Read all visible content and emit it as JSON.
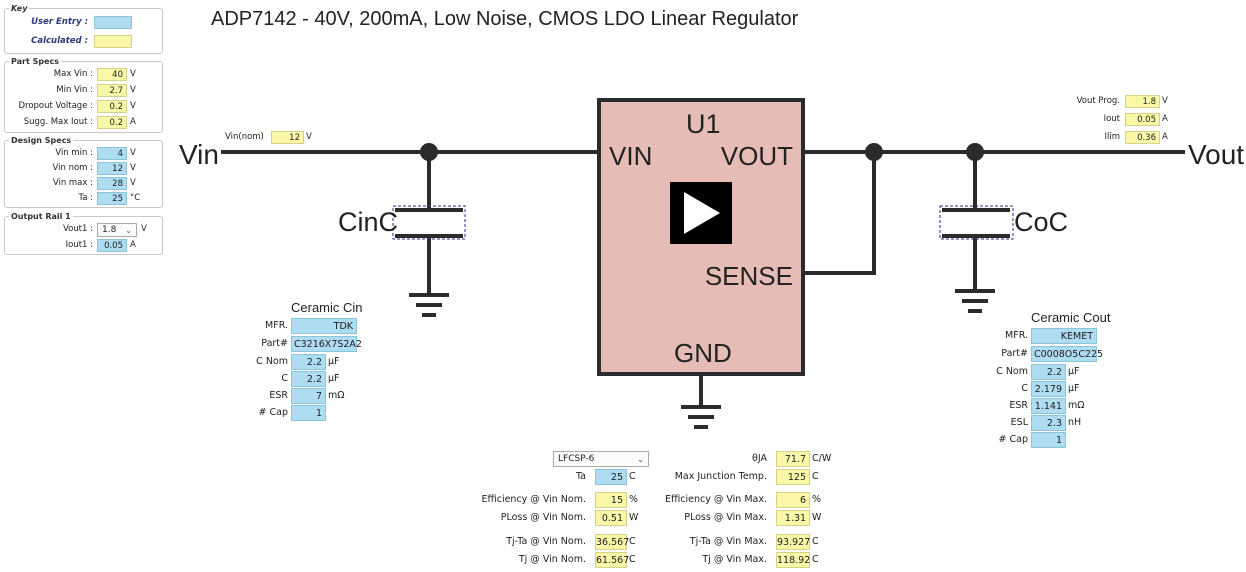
{
  "title": "ADP7142 - 40V, 200mA, Low Noise, CMOS LDO Linear Regulator",
  "key": {
    "title": "Key",
    "user_entry": "User Entry :",
    "calculated": "Calculated :"
  },
  "part_specs": {
    "title": "Part Specs",
    "rows": [
      {
        "label": "Max Vin :",
        "value": "40",
        "unit": "V"
      },
      {
        "label": "Min Vin :",
        "value": "2.7",
        "unit": "V"
      },
      {
        "label": "Dropout Voltage :",
        "value": "0.2",
        "unit": "V"
      },
      {
        "label": "Sugg. Max Iout :",
        "value": "0.2",
        "unit": "A"
      }
    ]
  },
  "design_specs": {
    "title": "Design Specs",
    "rows": [
      {
        "label": "Vin min :",
        "value": "4",
        "unit": "V"
      },
      {
        "label": "Vin nom :",
        "value": "12",
        "unit": "V"
      },
      {
        "label": "Vin max :",
        "value": "28",
        "unit": "V"
      },
      {
        "label": "Ta :",
        "value": "25",
        "unit": "°C"
      }
    ]
  },
  "output_rail": {
    "title": "Output Rail 1",
    "vout_label": "Vout1 :",
    "vout_value": "1.8",
    "vout_unit": "V",
    "iout_label": "Iout1 :",
    "iout_value": "0.05",
    "iout_unit": "A"
  },
  "schematic": {
    "vin": "Vin",
    "vout": "Vout",
    "vin_nom_label": "Vin(nom)",
    "vin_nom_value": "12",
    "vin_nom_unit": "V",
    "cin": "CinC",
    "coc": "CoC",
    "u1": "U1",
    "pin_vin": "VIN",
    "pin_vout": "VOUT",
    "pin_sense": "SENSE",
    "pin_gnd": "GND",
    "vout_prog": {
      "label": "Vout Prog.",
      "value": "1.8",
      "unit": "V"
    },
    "iout": {
      "label": "Iout",
      "value": "0.05",
      "unit": "A"
    },
    "ilim": {
      "label": "Ilim",
      "value": "0.36",
      "unit": "A"
    }
  },
  "cin_table": {
    "title": "Ceramic Cin",
    "rows": [
      {
        "label": "MFR.",
        "value": "TDK",
        "unit": ""
      },
      {
        "label": "Part#",
        "value": "C3216X7S2A2",
        "unit": ""
      },
      {
        "label": "C Nom",
        "value": "2.2",
        "unit": "µF"
      },
      {
        "label": "C",
        "value": "2.2",
        "unit": "µF"
      },
      {
        "label": "ESR",
        "value": "7",
        "unit": "mΩ"
      },
      {
        "label": "# Cap",
        "value": "1",
        "unit": ""
      }
    ]
  },
  "cout_table": {
    "title": "Ceramic Cout",
    "rows": [
      {
        "label": "MFR.",
        "value": "KEMET",
        "unit": ""
      },
      {
        "label": "Part#",
        "value": "C0008O5C225",
        "unit": ""
      },
      {
        "label": "C Nom",
        "value": "2.2",
        "unit": "µF"
      },
      {
        "label": "C",
        "value": "2.179",
        "unit": "µF"
      },
      {
        "label": "ESR",
        "value": "1.141",
        "unit": "mΩ"
      },
      {
        "label": "ESL",
        "value": "2.3",
        "unit": "nH"
      },
      {
        "label": "# Cap",
        "value": "1",
        "unit": ""
      }
    ]
  },
  "thermal": {
    "package": "LFCSP-6",
    "ta_label": "Ta",
    "ta_value": "25",
    "ta_unit": "C",
    "left": [
      {
        "label": "Efficiency @ Vin Nom.",
        "value": "15",
        "unit": "%"
      },
      {
        "label": "PLoss @ Vin Nom.",
        "value": "0.51",
        "unit": "W"
      },
      {
        "label": "Tj-Ta @ Vin Nom.",
        "value": "36.567",
        "unit": "C"
      },
      {
        "label": "Tj @ Vin Nom.",
        "value": "61.567",
        "unit": "C"
      }
    ],
    "right_top": [
      {
        "label": "θJA",
        "value": "71.7",
        "unit": "C/W"
      },
      {
        "label": "Max Junction Temp.",
        "value": "125",
        "unit": "C"
      }
    ],
    "right": [
      {
        "label": "Efficiency @ Vin Max.",
        "value": "6",
        "unit": "%"
      },
      {
        "label": "PLoss @ Vin Max.",
        "value": "1.31",
        "unit": "W"
      },
      {
        "label": "Tj-Ta @ Vin Max.",
        "value": "93.927",
        "unit": "C"
      },
      {
        "label": "Tj @ Vin Max.",
        "value": "118.92",
        "unit": "C"
      }
    ]
  },
  "colors": {
    "user_entry": "#aedcf0",
    "calculated": "#fbf7a8",
    "chip_fill": "#e5bcb6",
    "wire": "#2b2b2b"
  }
}
